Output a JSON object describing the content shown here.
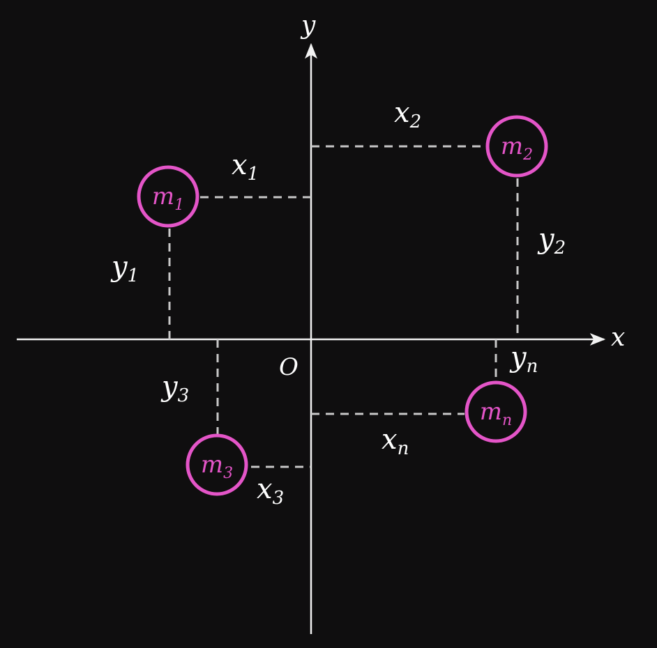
{
  "colors": {
    "background": "#0f0e0f",
    "axis": "#f2f2f2",
    "dashed": "#c8c8c8",
    "mass": "#e455c8",
    "label": "#ffffff"
  },
  "axes": {
    "x_label": "x",
    "y_label": "y",
    "origin_label": "O"
  },
  "masses": [
    {
      "name": "m",
      "sub": "1",
      "x_label": {
        "base": "x",
        "sub": "1"
      },
      "y_label": {
        "base": "y",
        "sub": "1"
      }
    },
    {
      "name": "m",
      "sub": "2",
      "x_label": {
        "base": "x",
        "sub": "2"
      },
      "y_label": {
        "base": "y",
        "sub": "2"
      }
    },
    {
      "name": "m",
      "sub": "3",
      "x_label": {
        "base": "x",
        "sub": "3"
      },
      "y_label": {
        "base": "y",
        "sub": "3"
      }
    },
    {
      "name": "m",
      "sub": "n",
      "x_label": {
        "base": "x",
        "sub": "n"
      },
      "y_label": {
        "base": "y",
        "sub": "n"
      }
    }
  ]
}
